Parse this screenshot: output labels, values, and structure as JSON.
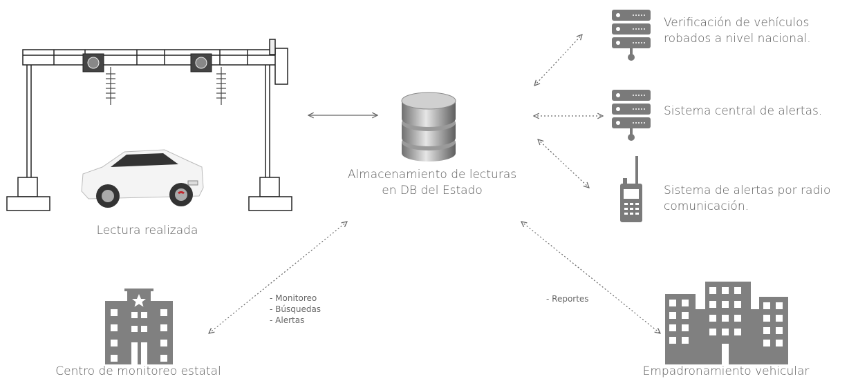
{
  "nodes": {
    "lectura": {
      "label": "Lectura realizada"
    },
    "db": {
      "label_line1": "Almacenamiento de lecturas",
      "label_line2": "en DB del Estado"
    },
    "robados": {
      "label_line1": "Verificación de vehículos",
      "label_line2": "robados a nivel nacional."
    },
    "alertas": {
      "label": "Sistema central de alertas."
    },
    "radio": {
      "label_line1": "Sistema de alertas por radio",
      "label_line2": "comunicación."
    },
    "centro": {
      "label": "Centro de monitoreo estatal"
    },
    "empadronamiento": {
      "label": "Empadronamiento vehicular"
    }
  },
  "link_notes": {
    "centro": [
      "- Monitoreo",
      "- Búsquedas",
      "- Alertas"
    ],
    "empadronamiento": [
      "- Reportes"
    ]
  },
  "colors": {
    "icon": "#7a7a7a",
    "line": "#666666",
    "car_accent": "#c0282d"
  }
}
